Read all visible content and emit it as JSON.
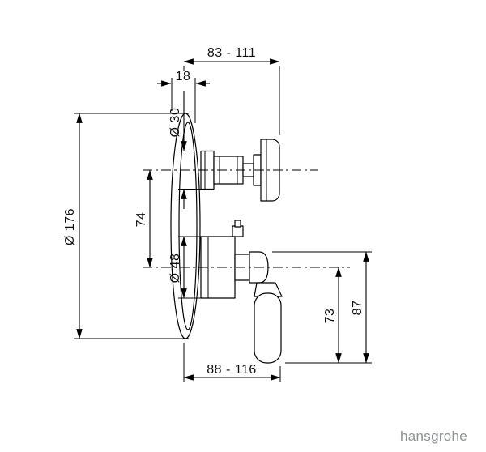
{
  "page": {
    "background": "#ffffff"
  },
  "brand": {
    "logo_text": "hansgrohe",
    "logo_color": "#8e9091"
  },
  "diagram": {
    "description": "Concealed thermostatic mixer trim with cross handle and lever handle, side-view dimensional drawing",
    "colors": {
      "line": "#000000",
      "text": "#111111"
    },
    "dimensions": {
      "top_depth_range": "83 - 111",
      "plate_depth": "18",
      "stem_diameter": "Ø 30",
      "plate_diameter": "Ø 176",
      "center_spacing": "74",
      "cartridge_diameter": "Ø 48",
      "bottom_depth_range": "88 - 116",
      "lever_length": "73",
      "handle_height": "87"
    }
  }
}
